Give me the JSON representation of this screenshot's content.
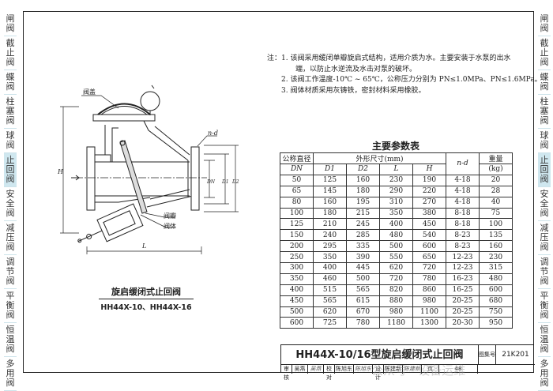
{
  "side_tabs": [
    "闸阀",
    "截止阀",
    "蝶阀",
    "柱塞阀",
    "球阀",
    "止回阀",
    "安全阀",
    "减压阀",
    "调节阀",
    "平衡阀",
    "恒温阀",
    "多用阀"
  ],
  "active_tab": "止回阀",
  "notes": {
    "prefix": "注：",
    "items": [
      "1. 该阀采用缓闭单瓣旋启式结构，适用介质为水。主要安装于水泵的出水",
      "端，以防止水逆流及水击对泵的破坏。",
      "2. 该阀工作温度-10℃ ~ 65℃，公称压力分别为 PN≤1.0MPa、PN≤1.6MPa。",
      "3. 阀体材质采用灰铸铁，密封材料采用橡胶。"
    ]
  },
  "drawing": {
    "labels": {
      "bonnet": "阀盖",
      "disc": "阀瓣",
      "body": "阀体",
      "nd": "n-d",
      "H": "H",
      "L": "L",
      "DN": "DN",
      "D1": "D1",
      "D2": "D2"
    },
    "caption_cn": "旋启缓闭式止回阀",
    "caption_model": "HH44X-10、HH44X-16"
  },
  "table": {
    "title": "主要参数表",
    "h_dn": "公称直径",
    "h_dims": "外形尺寸(mm)",
    "h_nd": "n-d",
    "h_wt": "重量",
    "sub": [
      "DN",
      "D1",
      "D2",
      "L",
      "H"
    ],
    "h_wt_unit": "(kg)",
    "rows": [
      [
        "50",
        "125",
        "160",
        "230",
        "190",
        "4-18",
        "20"
      ],
      [
        "65",
        "145",
        "180",
        "290",
        "220",
        "4-18",
        "28"
      ],
      [
        "80",
        "160",
        "195",
        "310",
        "270",
        "4-18",
        "40"
      ],
      [
        "100",
        "180",
        "215",
        "350",
        "380",
        "8-18",
        "75"
      ],
      [
        "125",
        "210",
        "245",
        "400",
        "450",
        "8-18",
        "100"
      ],
      [
        "150",
        "240",
        "285",
        "480",
        "540",
        "8-23",
        "135"
      ],
      [
        "200",
        "295",
        "335",
        "500",
        "600",
        "8-23",
        "160"
      ],
      [
        "250",
        "350",
        "390",
        "550",
        "650",
        "12-23",
        "230"
      ],
      [
        "300",
        "400",
        "445",
        "620",
        "720",
        "12-23",
        "315"
      ],
      [
        "350",
        "460",
        "500",
        "720",
        "780",
        "16-23",
        "480"
      ],
      [
        "400",
        "515",
        "565",
        "820",
        "860",
        "16-25",
        "600"
      ],
      [
        "450",
        "565",
        "615",
        "880",
        "980",
        "20-25",
        "680"
      ],
      [
        "500",
        "620",
        "670",
        "980",
        "1100",
        "20-25",
        "750"
      ],
      [
        "600",
        "725",
        "780",
        "1180",
        "1300",
        "20-30",
        "950"
      ]
    ]
  },
  "title_block": {
    "title": "HH44X-10/16型旋启缓闭式止回阀",
    "atlas_label": "图集号",
    "atlas_no": "21K201",
    "sig": [
      "审核",
      "吴燕",
      "吴燕",
      "校对",
      "陈旭东",
      "陈旭东",
      "设计",
      "陈建新",
      "陈建新",
      "页",
      "48"
    ]
  },
  "watermark": "公众号 · 设备运维"
}
